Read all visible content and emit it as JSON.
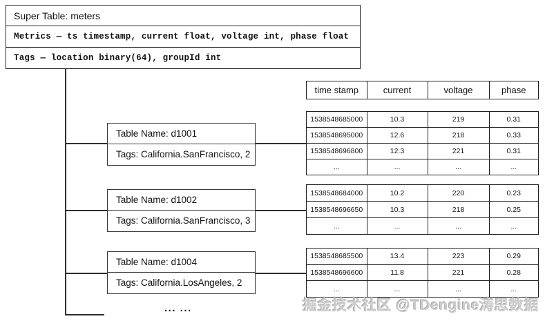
{
  "super_table": {
    "title": "Super Table: meters",
    "metrics": "Metrics — ts timestamp, current float, voltage int, phase float",
    "tags": "Tags — location binary(64), groupId int"
  },
  "columns": {
    "0": "time stamp",
    "1": "current",
    "2": "voltage",
    "3": "phase"
  },
  "sub_tables": [
    {
      "name": "Table Name: d1001",
      "tags": "Tags: California.SanFrancisco, 2",
      "rows": [
        [
          "1538548685000",
          "10.3",
          "219",
          "0.31"
        ],
        [
          "1538548695000",
          "12.6",
          "218",
          "0.33"
        ],
        [
          "1538548696800",
          "12.3",
          "221",
          "0.31"
        ],
        [
          "...",
          "...",
          "...",
          "..."
        ]
      ]
    },
    {
      "name": "Table Name: d1002",
      "tags": "Tags: California.SanFrancisco, 3",
      "rows": [
        [
          "1538548684000",
          "10.2",
          "220",
          "0.23"
        ],
        [
          "1538548696650",
          "10.3",
          "218",
          "0.25"
        ],
        [
          "...",
          "...",
          "...",
          "..."
        ]
      ]
    },
    {
      "name": "Table Name: d1004",
      "tags": "Tags: California.LosAngeles, 2",
      "rows": [
        [
          "1538548685500",
          "13.4",
          "223",
          "0.29"
        ],
        [
          "1538548696600",
          "11.8",
          "221",
          "0.28"
        ],
        [
          "...",
          "...",
          "...",
          "..."
        ]
      ]
    }
  ],
  "more_indicator": "... ...",
  "watermark": "掘金技术社区 @TDengine涛思数据",
  "colors": {
    "background": "#ffffff",
    "line": "#2e2e2e",
    "border": "#1f1f1f",
    "watermark": "#cccccc"
  }
}
